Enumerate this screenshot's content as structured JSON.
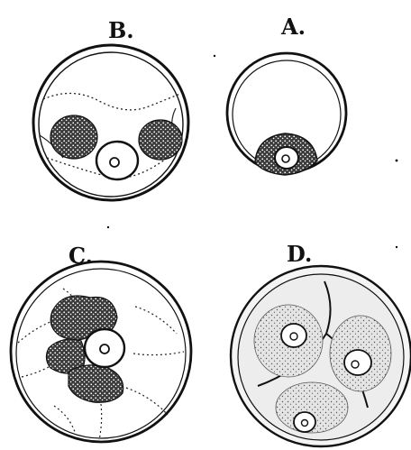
{
  "figure": {
    "panels": [
      {
        "id": "B",
        "label": "B."
      },
      {
        "id": "A",
        "label": "A."
      },
      {
        "id": "C",
        "label": "C."
      },
      {
        "id": "D",
        "label": "D."
      }
    ]
  },
  "colors": {
    "ink": "#111111",
    "stipple": "#2a2a2a",
    "wash": "#e9e9e9",
    "paper": "#ffffff"
  }
}
